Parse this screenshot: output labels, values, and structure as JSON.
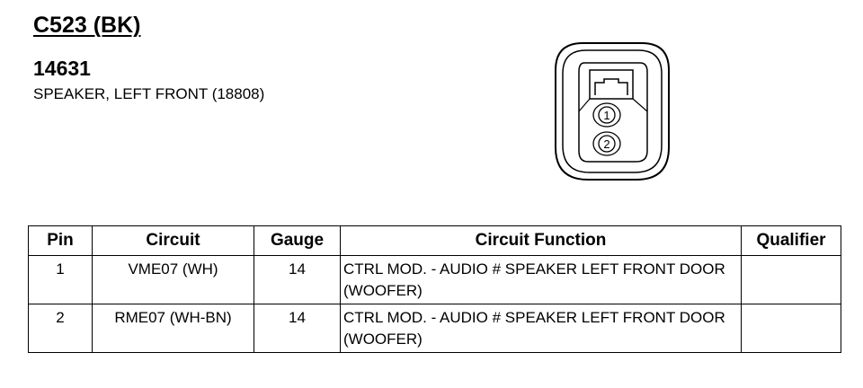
{
  "connector": {
    "id": "C523 (BK)",
    "part_number": "14631",
    "description": "SPEAKER, LEFT FRONT (18808)",
    "pin_labels": [
      "1",
      "2"
    ]
  },
  "table": {
    "headers": {
      "pin": "Pin",
      "circuit": "Circuit",
      "gauge": "Gauge",
      "function": "Circuit Function",
      "qualifier": "Qualifier"
    },
    "rows": [
      {
        "pin": "1",
        "circuit": "VME07 (WH)",
        "gauge": "14",
        "function": "CTRL MOD. - AUDIO # SPEAKER LEFT FRONT DOOR (WOOFER)",
        "qualifier": ""
      },
      {
        "pin": "2",
        "circuit": "RME07 (WH-BN)",
        "gauge": "14",
        "function": "CTRL MOD. - AUDIO # SPEAKER LEFT FRONT DOOR (WOOFER)",
        "qualifier": ""
      }
    ]
  }
}
